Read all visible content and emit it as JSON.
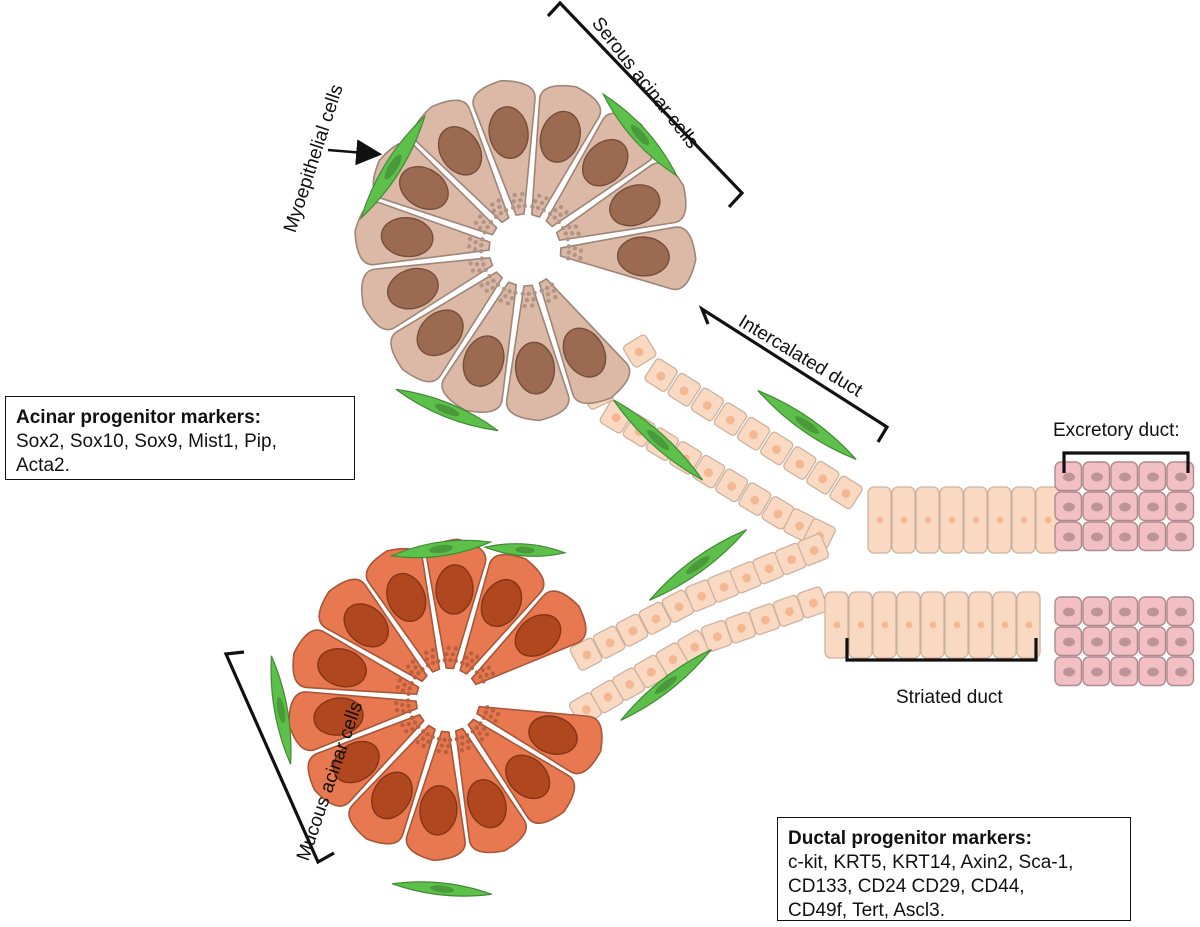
{
  "labels": {
    "myoepithelial": "Myoepithelial cells",
    "serous": "Serous acinar cells",
    "intercalated": "Intercalated duct",
    "excretory": "Excretory duct:",
    "striated": "Striated duct",
    "mucous": "Mucous acinar cells"
  },
  "acinar_box": {
    "title": "Acinar progenitor markers:",
    "lines": [
      "Sox2, Sox10, Sox9, Mist1, Pip,",
      "Acta2."
    ]
  },
  "ductal_box": {
    "title": "Ductal progenitor markers:",
    "lines": [
      "c-kit, KRT5, KRT14, Axin2, Sca-1,",
      "CD133, CD24 CD29, CD44,",
      "CD49f, Tert, Ascl3."
    ]
  },
  "colors": {
    "serous_cell": "#dcb9a6",
    "serous_nucleus": "#9b6a50",
    "mucous_cell": "#e8784f",
    "mucous_nucleus": "#b0471f",
    "duct_cell": "#fad9c2",
    "duct_nucleus": "#f3b892",
    "excretory_cell": "#f2bfc4",
    "myoepithelial": "#5cc04a"
  }
}
